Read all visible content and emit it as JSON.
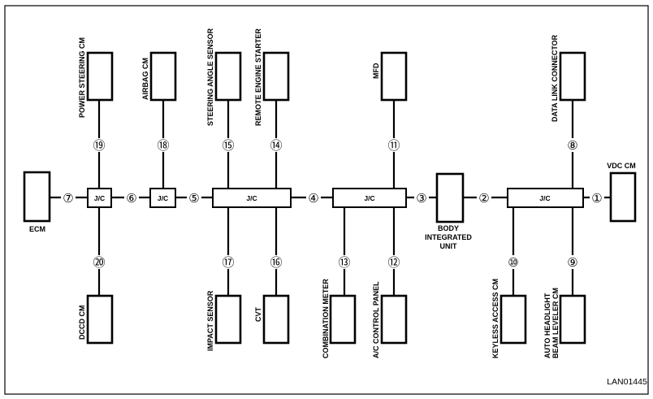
{
  "modules": {
    "ecm": "ECM",
    "power_steering": "POWER STEERING CM",
    "dccd": "DCCD CM",
    "airbag": "AIRBAG CM",
    "steering_angle": "STEERING ANGLE SENSOR",
    "remote_engine": "REMOTE ENGINE STARTER",
    "impact_sensor": "IMPACT SENSOR",
    "cvt": "CVT",
    "mfd": "MFD",
    "combination_meter": "COMBINATION METER",
    "ac_panel": "A/C CONTROL PANEL",
    "body_unit_line1": "BODY",
    "body_unit_line2": "INTEGRATED",
    "body_unit_line3": "UNIT",
    "data_link": "DATA LINK CONNECTOR",
    "keyless": "KEYLESS ACCESS CM",
    "headlight_line1": "AUTO HEADLIGHT",
    "headlight_line2": "BEAM LEVELER CM",
    "vdc": "VDC CM"
  },
  "jc_label": "J/C",
  "connectors": {
    "c1": "①",
    "c2": "②",
    "c3": "③",
    "c4": "④",
    "c5": "⑤",
    "c6": "⑥",
    "c7": "⑦",
    "c8": "⑧",
    "c9": "⑨",
    "c10": "⑩",
    "c11": "⑪",
    "c12": "⑫",
    "c13": "⑬",
    "c14": "⑭",
    "c15": "⑮",
    "c16": "⑯",
    "c17": "⑰",
    "c18": "⑱",
    "c19": "⑲",
    "c20": "⑳"
  },
  "figure_code": "LAN01445"
}
